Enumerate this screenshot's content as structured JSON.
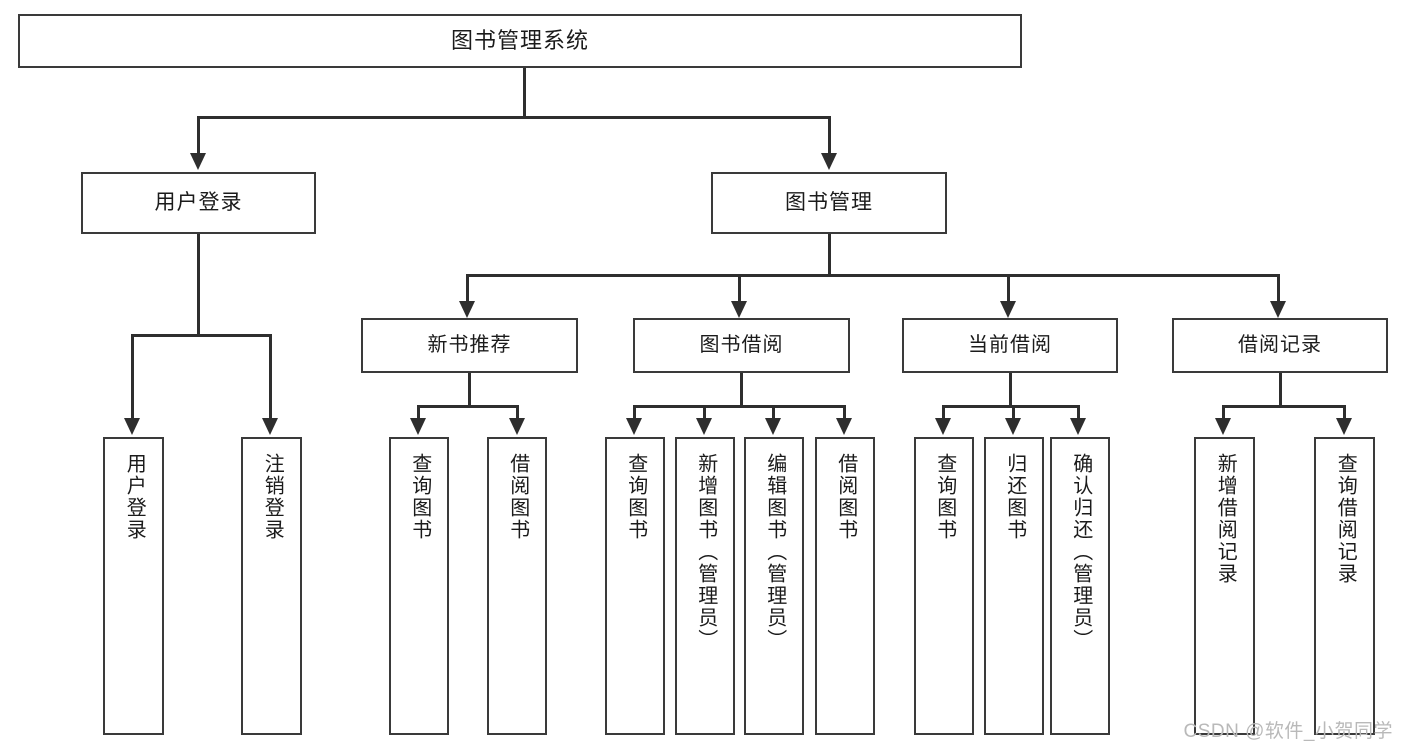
{
  "diagram": {
    "title": "图书管理系统",
    "watermark": "CSDN @软件_小贺同学",
    "root": {
      "label": "图书管理系统"
    },
    "level2": [
      {
        "label": "用户登录"
      },
      {
        "label": "图书管理"
      }
    ],
    "level3": [
      {
        "label": "新书推荐"
      },
      {
        "label": "图书借阅"
      },
      {
        "label": "当前借阅"
      },
      {
        "label": "借阅记录"
      }
    ],
    "leaves": {
      "user_login": [
        {
          "label": "用户登录"
        },
        {
          "label": "注销登录"
        }
      ],
      "new_book": [
        {
          "label": "查询图书"
        },
        {
          "label": "借阅图书"
        }
      ],
      "book_borrow": [
        {
          "label": "查询图书"
        },
        {
          "label": "新增图书（管理员）"
        },
        {
          "label": "编辑图书（管理员）"
        },
        {
          "label": "借阅图书"
        }
      ],
      "current_borrow": [
        {
          "label": "查询图书"
        },
        {
          "label": "归还图书"
        },
        {
          "label": "确认归还（管理员）"
        }
      ],
      "borrow_record": [
        {
          "label": "新增借阅记录"
        },
        {
          "label": "查询借阅记录"
        }
      ]
    },
    "colors": {
      "box_border": "#3a3a3a",
      "connector": "#2e2e2e",
      "text": "#1b1b1b",
      "background": "#ffffff",
      "watermark": "#b9b9b9"
    }
  }
}
